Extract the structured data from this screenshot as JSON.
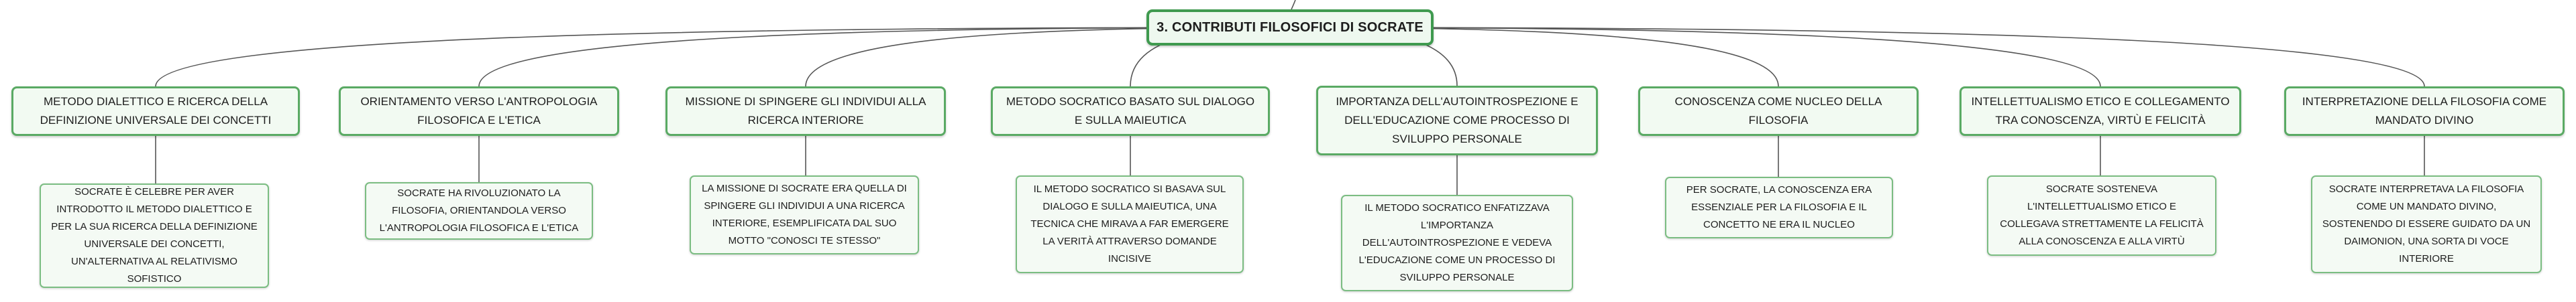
{
  "root": {
    "label": "3. CONTRIBUTI FILOSOFICI DI SOCRATE"
  },
  "branches": [
    {
      "title": "METODO DIALETTICO E RICERCA DELLA DEFINIZIONE UNIVERSALE DEI CONCETTI",
      "detail": "SOCRATE È CELEBRE PER AVER INTRODOTTO IL METODO DIALETTICO E PER LA SUA RICERCA DELLA DEFINIZIONE UNIVERSALE DEI CONCETTI, UN'ALTERNATIVA AL RELATIVISMO SOFISTICO"
    },
    {
      "title": "ORIENTAMENTO VERSO L'ANTROPOLOGIA FILOSOFICA E L'ETICA",
      "detail": "SOCRATE HA RIVOLUZIONATO LA FILOSOFIA, ORIENTANDOLA VERSO L'ANTROPOLOGIA FILOSOFICA E L'ETICA"
    },
    {
      "title": "MISSIONE DI SPINGERE GLI INDIVIDUI ALLA RICERCA INTERIORE",
      "detail": "LA MISSIONE DI SOCRATE ERA QUELLA DI SPINGERE GLI INDIVIDUI A UNA RICERCA INTERIORE, ESEMPLIFICATA DAL SUO MOTTO \"CONOSCI TE STESSO\""
    },
    {
      "title": "METODO SOCRATICO BASATO SUL DIALOGO E SULLA MAIEUTICA",
      "detail": "IL METODO SOCRATICO SI BASAVA SUL DIALOGO E SULLA MAIEUTICA, UNA TECNICA CHE MIRAVA A FAR EMERGERE LA VERITÀ ATTRAVERSO DOMANDE INCISIVE"
    },
    {
      "title": "IMPORTANZA DELL'AUTOINTROSPEZIONE E DELL'EDUCAZIONE COME PROCESSO DI SVILUPPO PERSONALE",
      "detail": "IL METODO SOCRATICO ENFATIZZAVA L'IMPORTANZA DELL'AUTOINTROSPEZIONE E VEDEVA L'EDUCAZIONE COME UN PROCESSO DI SVILUPPO PERSONALE"
    },
    {
      "title": "CONOSCENZA COME NUCLEO DELLA FILOSOFIA",
      "detail": "PER SOCRATE, LA CONOSCENZA ERA ESSENZIALE PER LA FILOSOFIA E IL CONCETTO NE ERA IL NUCLEO"
    },
    {
      "title": "INTELLETTUALISMO ETICO E COLLEGAMENTO TRA CONOSCENZA, VIRTÙ E FELICITÀ",
      "detail": "SOCRATE SOSTENEVA L'INTELLETTUALISMO ETICO E COLLEGAVA STRETTAMENTE LA FELICITÀ ALLA CONOSCENZA E ALLA VIRTÙ"
    },
    {
      "title": "INTERPRETAZIONE DELLA FILOSOFIA COME MANDATO DIVINO",
      "detail": "SOCRATE INTERPRETAVA LA FILOSOFIA COME UN MANDATO DIVINO, SOSTENENDO DI ESSERE GUIDATO DA UN DAIMONION, UNA SORTA DI VOCE INTERIORE"
    }
  ],
  "colors": {
    "connector": "#555555",
    "root_border": "#3f9a4f",
    "topic_border": "#5aaa64",
    "leaf_border": "#7bbd82"
  }
}
